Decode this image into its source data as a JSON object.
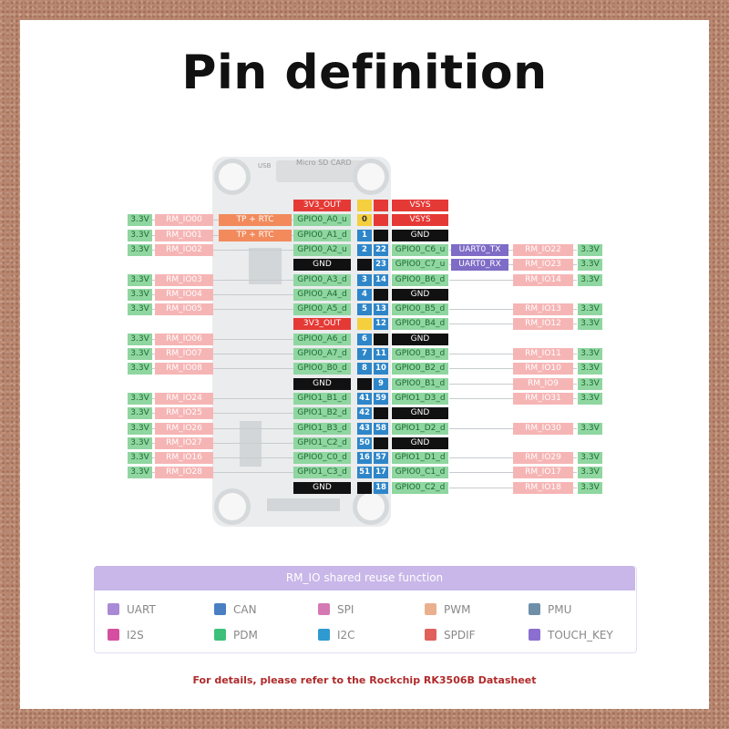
{
  "title": "Pin definition",
  "board": {
    "sd_label": "Micro SD CARD",
    "usb_label": "USB"
  },
  "colors": {
    "green_bg": "#8fd6a0",
    "green_fg": "#1f6a35",
    "pink_bg": "#f6b5b5",
    "pink_fg": "#c0392b",
    "orange_bg": "#f28a5c",
    "red_bg": "#e53935",
    "black_bg": "#111111",
    "purple_bg": "#7e6cc6",
    "pin_blue": "#2e86c9",
    "pin_yellow": "#f4d03f"
  },
  "left_rows": [
    {
      "power": "",
      "rm": "",
      "func": "",
      "gpio": "3V3_OUT",
      "gpio_style": "red",
      "pin": "",
      "pin_style": "yellow"
    },
    {
      "power": "3.3V",
      "rm": "RM_IO00",
      "func": "TP + RTC",
      "gpio": "GPIO0_A0_u",
      "gpio_style": "green",
      "pin": "0",
      "pin_style": "yellow"
    },
    {
      "power": "3.3V",
      "rm": "RM_IO01",
      "func": "TP + RTC",
      "gpio": "GPIO0_A1_d",
      "gpio_style": "green",
      "pin": "1",
      "pin_style": "blue"
    },
    {
      "power": "3.3V",
      "rm": "RM_IO02",
      "func": "",
      "gpio": "GPIO0_A2_u",
      "gpio_style": "green",
      "pin": "2",
      "pin_style": "blue"
    },
    {
      "power": "",
      "rm": "",
      "func": "",
      "gpio": "GND",
      "gpio_style": "black",
      "pin": "",
      "pin_style": "black"
    },
    {
      "power": "3.3V",
      "rm": "RM_IO03",
      "func": "",
      "gpio": "GPIO0_A3_d",
      "gpio_style": "green",
      "pin": "3",
      "pin_style": "blue"
    },
    {
      "power": "3.3V",
      "rm": "RM_IO04",
      "func": "",
      "gpio": "GPIO0_A4_d",
      "gpio_style": "green",
      "pin": "4",
      "pin_style": "blue"
    },
    {
      "power": "3.3V",
      "rm": "RM_IO05",
      "func": "",
      "gpio": "GPIO0_A5_d",
      "gpio_style": "green",
      "pin": "5",
      "pin_style": "blue"
    },
    {
      "power": "",
      "rm": "",
      "func": "",
      "gpio": "3V3_OUT",
      "gpio_style": "red",
      "pin": "",
      "pin_style": "yellow"
    },
    {
      "power": "3.3V",
      "rm": "RM_IO06",
      "func": "",
      "gpio": "GPIO0_A6_d",
      "gpio_style": "green",
      "pin": "6",
      "pin_style": "blue"
    },
    {
      "power": "3.3V",
      "rm": "RM_IO07",
      "func": "",
      "gpio": "GPIO0_A7_d",
      "gpio_style": "green",
      "pin": "7",
      "pin_style": "blue"
    },
    {
      "power": "3.3V",
      "rm": "RM_IO08",
      "func": "",
      "gpio": "GPIO0_B0_d",
      "gpio_style": "green",
      "pin": "8",
      "pin_style": "blue"
    },
    {
      "power": "",
      "rm": "",
      "func": "",
      "gpio": "GND",
      "gpio_style": "black",
      "pin": "",
      "pin_style": "black"
    },
    {
      "power": "3.3V",
      "rm": "RM_IO24",
      "func": "",
      "gpio": "GPIO1_B1_d",
      "gpio_style": "green",
      "pin": "41",
      "pin_style": "blue"
    },
    {
      "power": "3.3V",
      "rm": "RM_IO25",
      "func": "",
      "gpio": "GPIO1_B2_d",
      "gpio_style": "green",
      "pin": "42",
      "pin_style": "blue"
    },
    {
      "power": "3.3V",
      "rm": "RM_IO26",
      "func": "",
      "gpio": "GPIO1_B3_d",
      "gpio_style": "green",
      "pin": "43",
      "pin_style": "blue"
    },
    {
      "power": "3.3V",
      "rm": "RM_IO27",
      "func": "",
      "gpio": "GPIO1_C2_d",
      "gpio_style": "green",
      "pin": "50",
      "pin_style": "blue"
    },
    {
      "power": "3.3V",
      "rm": "RM_IO16",
      "func": "",
      "gpio": "GPIO0_C0_d",
      "gpio_style": "green",
      "pin": "16",
      "pin_style": "blue"
    },
    {
      "power": "3.3V",
      "rm": "RM_IO28",
      "func": "",
      "gpio": "GPIO1_C3_d",
      "gpio_style": "green",
      "pin": "51",
      "pin_style": "blue"
    },
    {
      "power": "",
      "rm": "",
      "func": "",
      "gpio": "GND",
      "gpio_style": "black",
      "pin": "",
      "pin_style": "black"
    }
  ],
  "right_rows": [
    {
      "pin": "",
      "pin_style": "red",
      "gpio": "VSYS",
      "gpio_style": "red",
      "func": "",
      "rm": "",
      "power": ""
    },
    {
      "pin": "",
      "pin_style": "red",
      "gpio": "VSYS",
      "gpio_style": "red",
      "func": "",
      "rm": "",
      "power": ""
    },
    {
      "pin": "",
      "pin_style": "black",
      "gpio": "GND",
      "gpio_style": "black",
      "func": "",
      "rm": "",
      "power": ""
    },
    {
      "pin": "22",
      "pin_style": "blue",
      "gpio": "GPIO0_C6_u",
      "gpio_style": "green",
      "func": "UART0_TX",
      "rm": "RM_IO22",
      "power": "3.3V"
    },
    {
      "pin": "23",
      "pin_style": "blue",
      "gpio": "GPIO0_C7_u",
      "gpio_style": "green",
      "func": "UART0_RX",
      "rm": "RM_IO23",
      "power": "3.3V"
    },
    {
      "pin": "14",
      "pin_style": "blue",
      "gpio": "GPIO0_B6_d",
      "gpio_style": "green",
      "func": "",
      "rm": "RM_IO14",
      "power": "3.3V"
    },
    {
      "pin": "",
      "pin_style": "black",
      "gpio": "GND",
      "gpio_style": "black",
      "func": "",
      "rm": "",
      "power": ""
    },
    {
      "pin": "13",
      "pin_style": "blue",
      "gpio": "GPIO0_B5_d",
      "gpio_style": "green",
      "func": "",
      "rm": "RM_IO13",
      "power": "3.3V"
    },
    {
      "pin": "12",
      "pin_style": "blue",
      "gpio": "GPIO0_B4_d",
      "gpio_style": "green",
      "func": "",
      "rm": "RM_IO12",
      "power": "3.3V"
    },
    {
      "pin": "",
      "pin_style": "black",
      "gpio": "GND",
      "gpio_style": "black",
      "func": "",
      "rm": "",
      "power": ""
    },
    {
      "pin": "11",
      "pin_style": "blue",
      "gpio": "GPIO0_B3_d",
      "gpio_style": "green",
      "func": "",
      "rm": "RM_IO11",
      "power": "3.3V"
    },
    {
      "pin": "10",
      "pin_style": "blue",
      "gpio": "GPIO0_B2_d",
      "gpio_style": "green",
      "func": "",
      "rm": "RM_IO10",
      "power": "3.3V"
    },
    {
      "pin": "9",
      "pin_style": "blue",
      "gpio": "GPIO0_B1_d",
      "gpio_style": "green",
      "func": "",
      "rm": "RM_IO9",
      "power": "3.3V"
    },
    {
      "pin": "59",
      "pin_style": "blue",
      "gpio": "GPIO1_D3_d",
      "gpio_style": "green",
      "func": "",
      "rm": "RM_IO31",
      "power": "3.3V"
    },
    {
      "pin": "",
      "pin_style": "black",
      "gpio": "GND",
      "gpio_style": "black",
      "func": "",
      "rm": "",
      "power": ""
    },
    {
      "pin": "58",
      "pin_style": "blue",
      "gpio": "GPIO1_D2_d",
      "gpio_style": "green",
      "func": "",
      "rm": "RM_IO30",
      "power": "3.3V"
    },
    {
      "pin": "",
      "pin_style": "black",
      "gpio": "GND",
      "gpio_style": "black",
      "func": "",
      "rm": "",
      "power": ""
    },
    {
      "pin": "57",
      "pin_style": "blue",
      "gpio": "GPIO1_D1_d",
      "gpio_style": "green",
      "func": "",
      "rm": "RM_IO29",
      "power": "3.3V"
    },
    {
      "pin": "17",
      "pin_style": "blue",
      "gpio": "GPIO0_C1_d",
      "gpio_style": "green",
      "func": "",
      "rm": "RM_IO17",
      "power": "3.3V"
    },
    {
      "pin": "18",
      "pin_style": "blue",
      "gpio": "GPIO0_C2_d",
      "gpio_style": "green",
      "func": "",
      "rm": "RM_IO18",
      "power": "3.3V"
    }
  ],
  "legend": {
    "header": "RM_IO shared reuse function",
    "items": [
      {
        "label": "UART",
        "color": "#a98ad6"
      },
      {
        "label": "CAN",
        "color": "#4a7fc1"
      },
      {
        "label": "SPI",
        "color": "#d479b4"
      },
      {
        "label": "PWM",
        "color": "#eab08e"
      },
      {
        "label": "PMU",
        "color": "#6f8fa8"
      },
      {
        "label": "I2S",
        "color": "#d44fa0"
      },
      {
        "label": "PDM",
        "color": "#3fc07a"
      },
      {
        "label": "I2C",
        "color": "#2e9ad0"
      },
      {
        "label": "SPDIF",
        "color": "#e0605a"
      },
      {
        "label": "TOUCH_KEY",
        "color": "#8b6fd0"
      }
    ]
  },
  "footer": "For details, please refer to the Rockchip RK3506B Datasheet"
}
